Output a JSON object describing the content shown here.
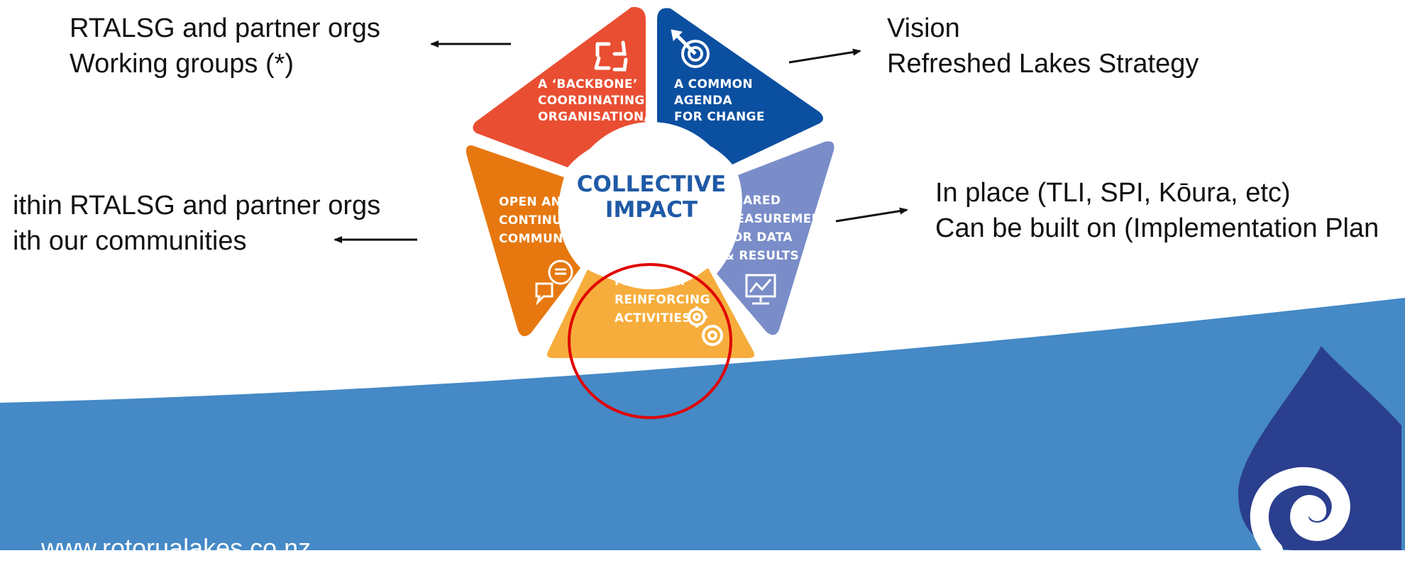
{
  "colors": {
    "backbone": "#e94e32",
    "agenda": "#0b4fa0",
    "measurement": "#7a8dc9",
    "activities": "#f6ad3c",
    "communications": "#e6780f",
    "center_text": "#1f5aa6",
    "footer_blue": "#4589c6",
    "drop_dark": "#2b3f8f",
    "highlight": "#e00000"
  },
  "annotations": {
    "top_left": [
      "RTALSG and partner orgs",
      "Working groups (*)"
    ],
    "top_right": [
      "Vision",
      "Refreshed Lakes Strategy"
    ],
    "mid_left": [
      "ithin RTALSG and partner orgs",
      "ith our communities"
    ],
    "mid_right": [
      "In place (TLI, SPI, Kōura, etc)",
      "Can be built on (Implementation Plan"
    ]
  },
  "diagram": {
    "center": [
      "COLLECTIVE",
      "IMPACT"
    ],
    "segments": {
      "backbone": [
        "A ‘BACKBONE’",
        "COORDINATING",
        "ORGANISATION/S"
      ],
      "agenda": [
        "A COMMON",
        "AGENDA",
        "FOR CHANGE"
      ],
      "measurement": [
        "SHARED",
        "MEASUREMENT",
        "FOR DATA",
        "& RESULTS"
      ],
      "activities": [
        "MUTUALLY",
        "REINFORCING",
        "ACTIVITIES"
      ],
      "communications": [
        "OPEN AND",
        "CONTINUOUS",
        "COMMUNICATIONS"
      ]
    },
    "icons": {
      "backbone": "recycle-arrows-icon",
      "agenda": "target-arrow-icon",
      "measurement": "chart-monitor-icon",
      "activities": "gears-icon",
      "communications": "speech-bubbles-icon"
    }
  },
  "footer": {
    "url": "www.rotorualakes.co.nz"
  }
}
